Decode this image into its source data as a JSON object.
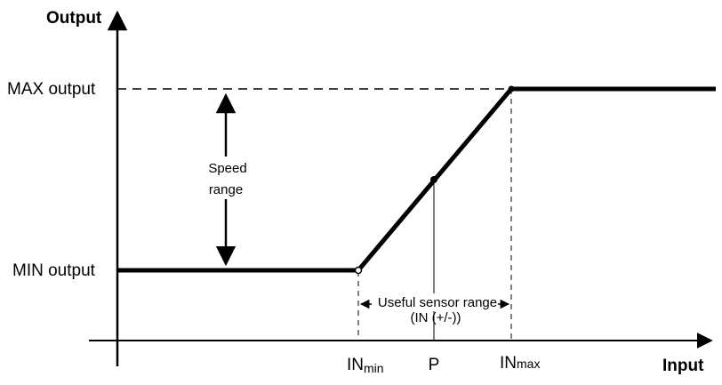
{
  "axes": {
    "y_label": "Output",
    "x_label": "Input"
  },
  "levels": {
    "max": "MAX output",
    "min": "MIN output"
  },
  "speed_range": {
    "line1": "Speed",
    "line2": "range"
  },
  "sensor_range": {
    "line1": "Useful sensor range",
    "line2": "(IN (+/-))"
  },
  "x_ticks": {
    "in_min_main": "IN",
    "in_min_sub": "min",
    "p": "P",
    "in_max_main": "IN",
    "in_max_sub": "max"
  }
}
